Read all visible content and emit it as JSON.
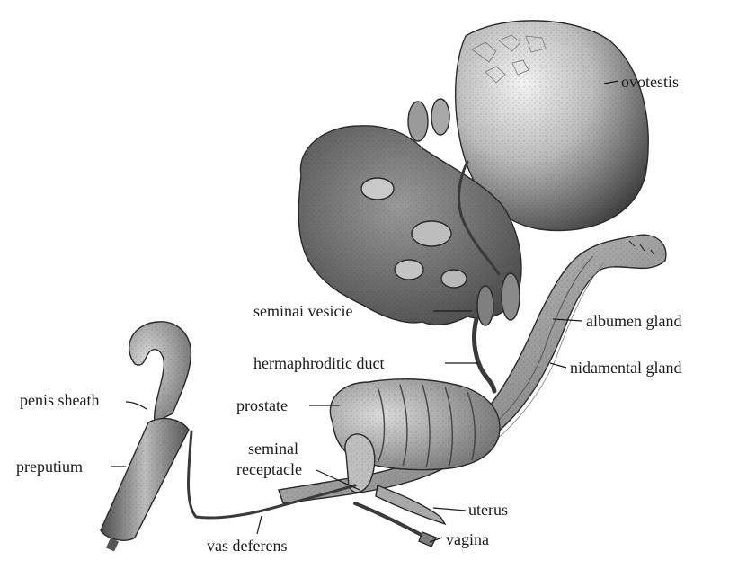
{
  "labels": {
    "ovotestis": "ovotestis",
    "seminal_vesicle": "seminai vesicie",
    "albumen_gland": "albumen gland",
    "hermaphroditic_duct": "hermaphroditic duct",
    "nidamental_gland": "nidamental gland",
    "penis_sheath": "penis sheath",
    "prostate": "prostate",
    "seminal_receptacle_line1": "seminal",
    "seminal_receptacle_line2": "receptacle",
    "preputium": "preputium",
    "uterus": "uterus",
    "vagina": "vagina",
    "vas_deferens": "vas deferens"
  }
}
